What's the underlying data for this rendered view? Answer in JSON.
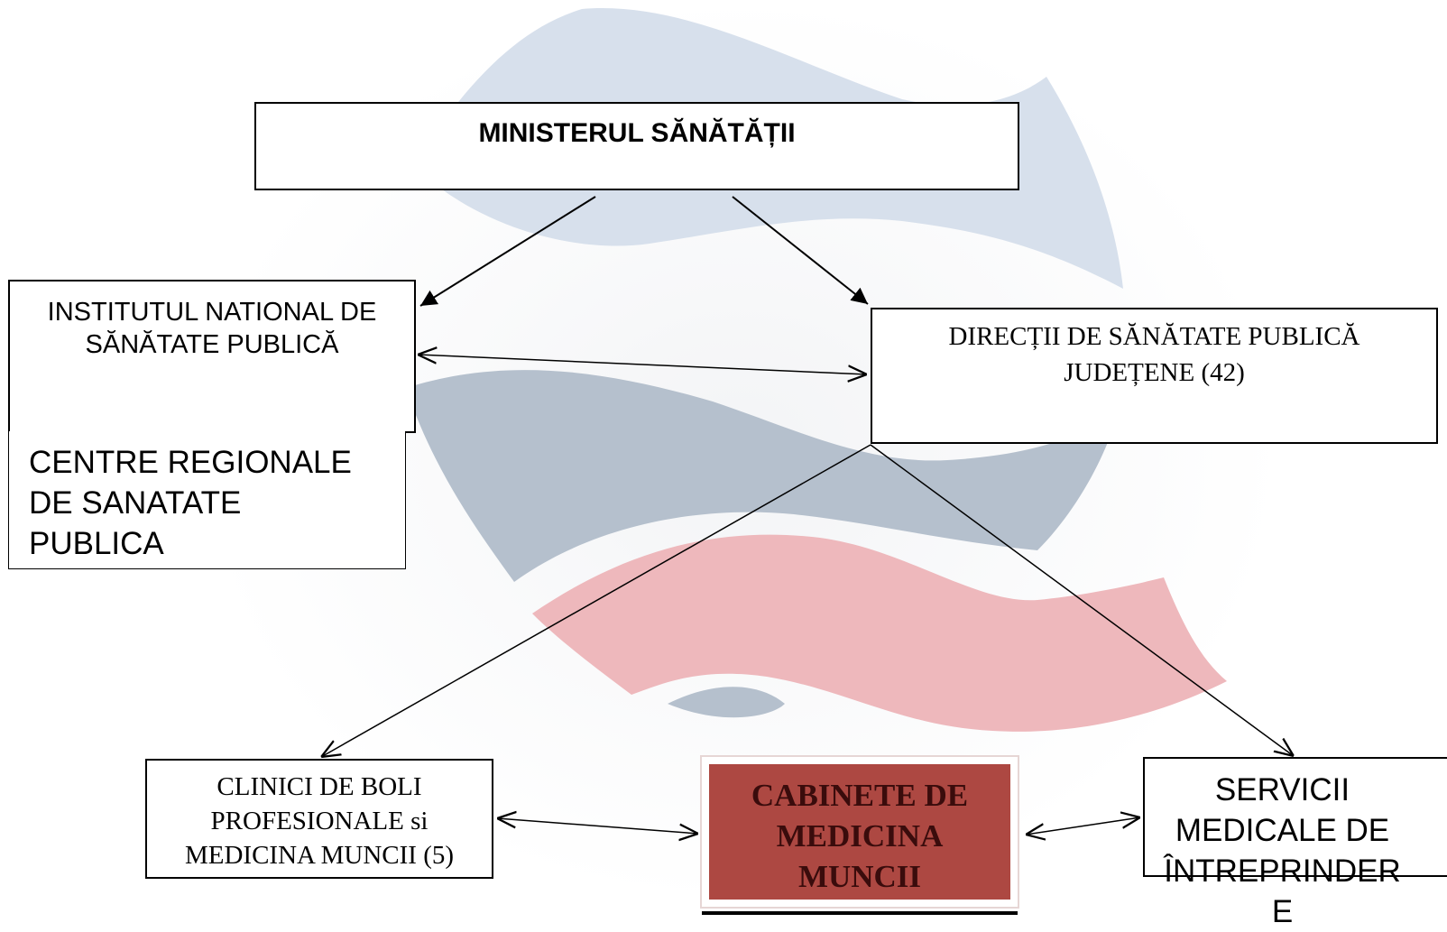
{
  "diagram": {
    "ministry": "MINISTERUL SĂNĂTĂȚII",
    "institute": "INSTITUTUL NATIONAL DE\nSĂNĂTATE PUBLICĂ",
    "regional_centres": "CENTRE REGIONALE\nDE SANATATE\nPUBLICA",
    "directorates": "DIRECȚII DE SĂNĂTATE PUBLICĂ\nJUDEȚENE (42)",
    "clinics": "CLINICI DE BOLI\nPROFESIONALE  si\nMEDICINA MUNCII (5)",
    "cabinets": "CABINETE DE\nMEDICINA\nMUNCII",
    "services": "SERVICII\nMEDICALE DE\nÎNTREPRINDER\nE"
  },
  "colors": {
    "cabinets_fill": "#ad4842",
    "watermark_blue_light": "#d7e0ec",
    "watermark_blue_dark": "#b5c0cd",
    "watermark_red": "#eeb8bc"
  }
}
